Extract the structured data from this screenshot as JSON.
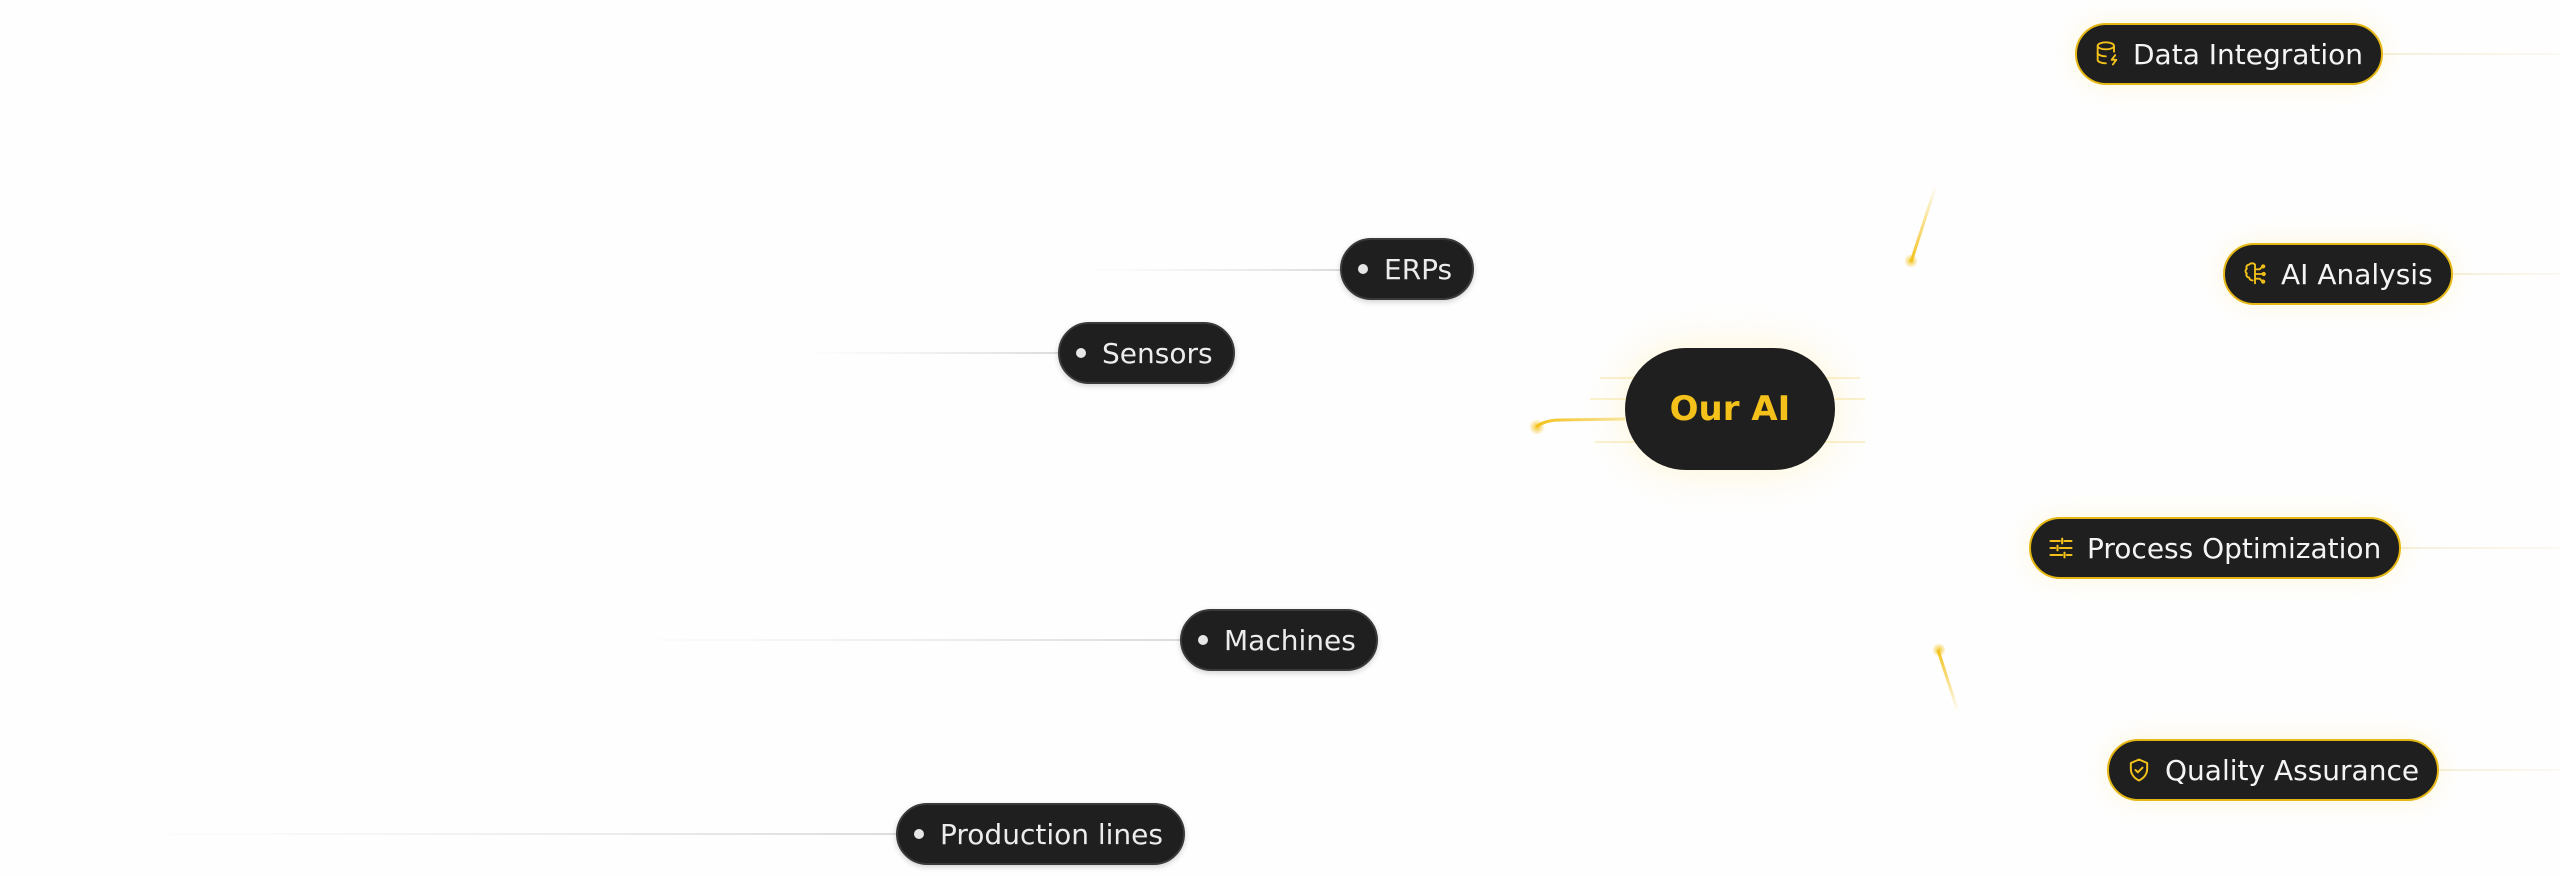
{
  "center": {
    "label": "Our AI",
    "color": "#f3c11a"
  },
  "inputs": [
    {
      "label": "ERPs",
      "icon": "bullet-dot-icon"
    },
    {
      "label": "Sensors",
      "icon": "bullet-dot-icon"
    },
    {
      "label": "Machines",
      "icon": "bullet-dot-icon"
    },
    {
      "label": "Production lines",
      "icon": "bullet-dot-icon"
    }
  ],
  "outputs": [
    {
      "label": "Data Integration",
      "icon": "database-bolt-icon"
    },
    {
      "label": "AI Analysis",
      "icon": "brain-circuit-icon"
    },
    {
      "label": "Process Optimization",
      "icon": "sliders-icon"
    },
    {
      "label": "Quality Assurance",
      "icon": "shield-check-icon"
    }
  ],
  "colors": {
    "accent": "#f3c11a",
    "node_bg": "#1f1f1f",
    "node_text": "#ececec",
    "background": "#fefefe"
  }
}
